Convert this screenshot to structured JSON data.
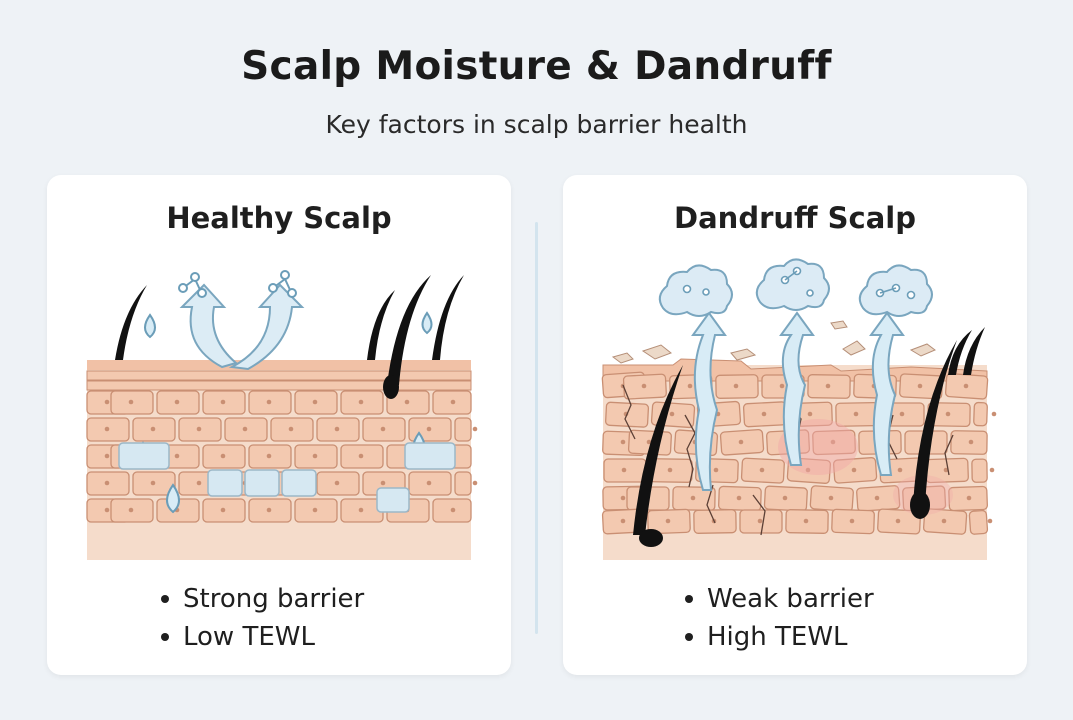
{
  "header": {
    "title": "Scalp Moisture & Dandruff",
    "subtitle": "Key factors in scalp barrier health"
  },
  "panels": [
    {
      "title": "Healthy Scalp",
      "bullets": [
        "Strong barrier",
        "Low TEWL"
      ]
    },
    {
      "title": "Dandruff Scalp",
      "bullets": [
        "Weak barrier",
        "High TEWL"
      ]
    }
  ],
  "colors": {
    "background": "#eef2f6",
    "skin": "#f3c9b0",
    "cell_outline": "#c98f73",
    "dermis": "#f5dccb",
    "moisture": "#d8ecf6",
    "water_outline": "#6b9db8",
    "hair": "#111111",
    "inflammation": "#f2a8a8"
  }
}
